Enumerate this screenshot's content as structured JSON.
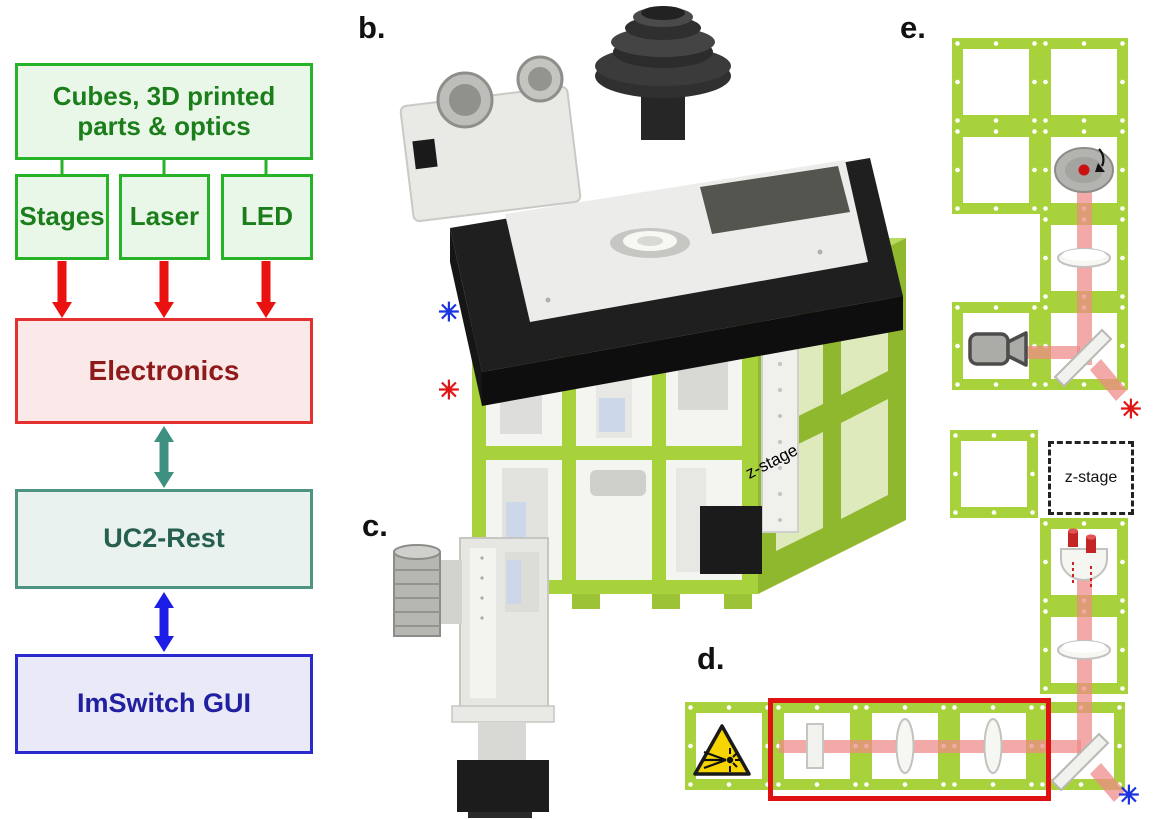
{
  "flowchart": {
    "boxes": {
      "top": "Cubes, 3D printed parts & optics",
      "stages": "Stages",
      "laser": "Laser",
      "led": "LED",
      "electronics": "Electronics",
      "uc2_rest": "UC2-Rest",
      "imswitch": "ImSwitch GUI"
    }
  },
  "panels": {
    "b": "b.",
    "c": "c.",
    "d": "d.",
    "e": "e."
  },
  "annotations": {
    "z_stage_b": "z-stage",
    "z_stage_d": "z-stage",
    "asterisk": "✳"
  },
  "colors": {
    "cube_green": "#a8d23c",
    "cube_green_dark": "#8fb82e",
    "beam_red": "#f08888",
    "red_outline": "#de1212",
    "warning_yellow": "#f6d500",
    "asterisk_blue": "#1a35e0",
    "asterisk_red": "#e01515",
    "flow_green_border": "#27b327",
    "flow_red_border": "#e53030",
    "flow_teal_border": "#4f9383",
    "flow_blue_border": "#2929cc",
    "arrow_red": "#ea1111",
    "arrow_teal": "#3e9080",
    "arrow_blue": "#1d1de8"
  }
}
